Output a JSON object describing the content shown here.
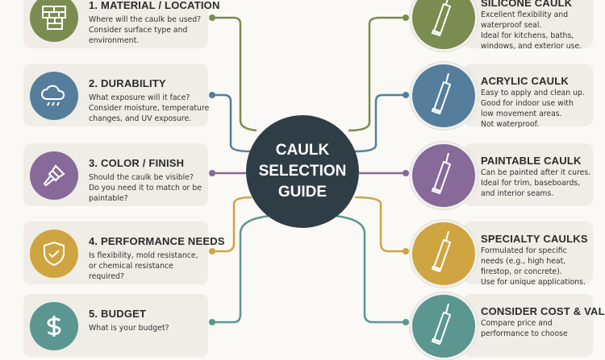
{
  "center": {
    "title": "CAULK\nSELECTION\nGUIDE"
  },
  "colors": {
    "green": "#7b8c50",
    "blue": "#557e9c",
    "purple": "#87699a",
    "yellow": "#cfa542",
    "teal": "#5b9690",
    "dark": "#2f3d46"
  },
  "left": [
    {
      "title": "1. MATERIAL / LOCATION",
      "desc": "Where will the caulk be used?\nConsider surface type and\nenvironment.",
      "icon": "brick-wall-icon"
    },
    {
      "title": "2. DURABILITY",
      "desc": "What exposure will it face?\nConsider moisture, temperature\nchanges, and UV exposure.",
      "icon": "rain-cloud-icon"
    },
    {
      "title": "3. COLOR / FINISH",
      "desc": "Should the caulk be visible?\nDo you need it to match or be\npaintable?",
      "icon": "paintbrush-icon"
    },
    {
      "title": "4. PERFORMANCE NEEDS",
      "desc": "Is flexibility, mold resistance,\nor chemical resistance\nrequired?",
      "icon": "shield-check-icon"
    },
    {
      "title": "5. BUDGET",
      "desc": "What is your budget?",
      "icon": "dollar-icon"
    }
  ],
  "right": [
    {
      "title": "SILICONE CAULK",
      "desc": "Excellent flexibility and\nwaterproof seal.\nIdeal for kitchens, baths,\nwindows, and exterior use.",
      "icon": "caulk-tube-icon"
    },
    {
      "title": "ACRYLIC CAULK",
      "desc": "Easy to apply and clean up.\nGood for indoor use with\nlow movement areas.\nNot waterproof.",
      "icon": "caulk-tube-icon"
    },
    {
      "title": "PAINTABLE CAULK",
      "desc": "Can be painted after it cures.\nIdeal for trim, baseboards,\nand interior seams.",
      "icon": "caulk-tube-icon"
    },
    {
      "title": "SPECIALTY CAULKS",
      "desc": "Formulated for specific\nneeds (e.g., high heat,\nfirestop, or concrete).\nUse for unique applications.",
      "icon": "caulk-tube-icon"
    },
    {
      "title": "CONSIDER COST & VALUE",
      "desc": "Compare price and\nperformance to choose",
      "icon": "caulk-tube-icon"
    }
  ]
}
